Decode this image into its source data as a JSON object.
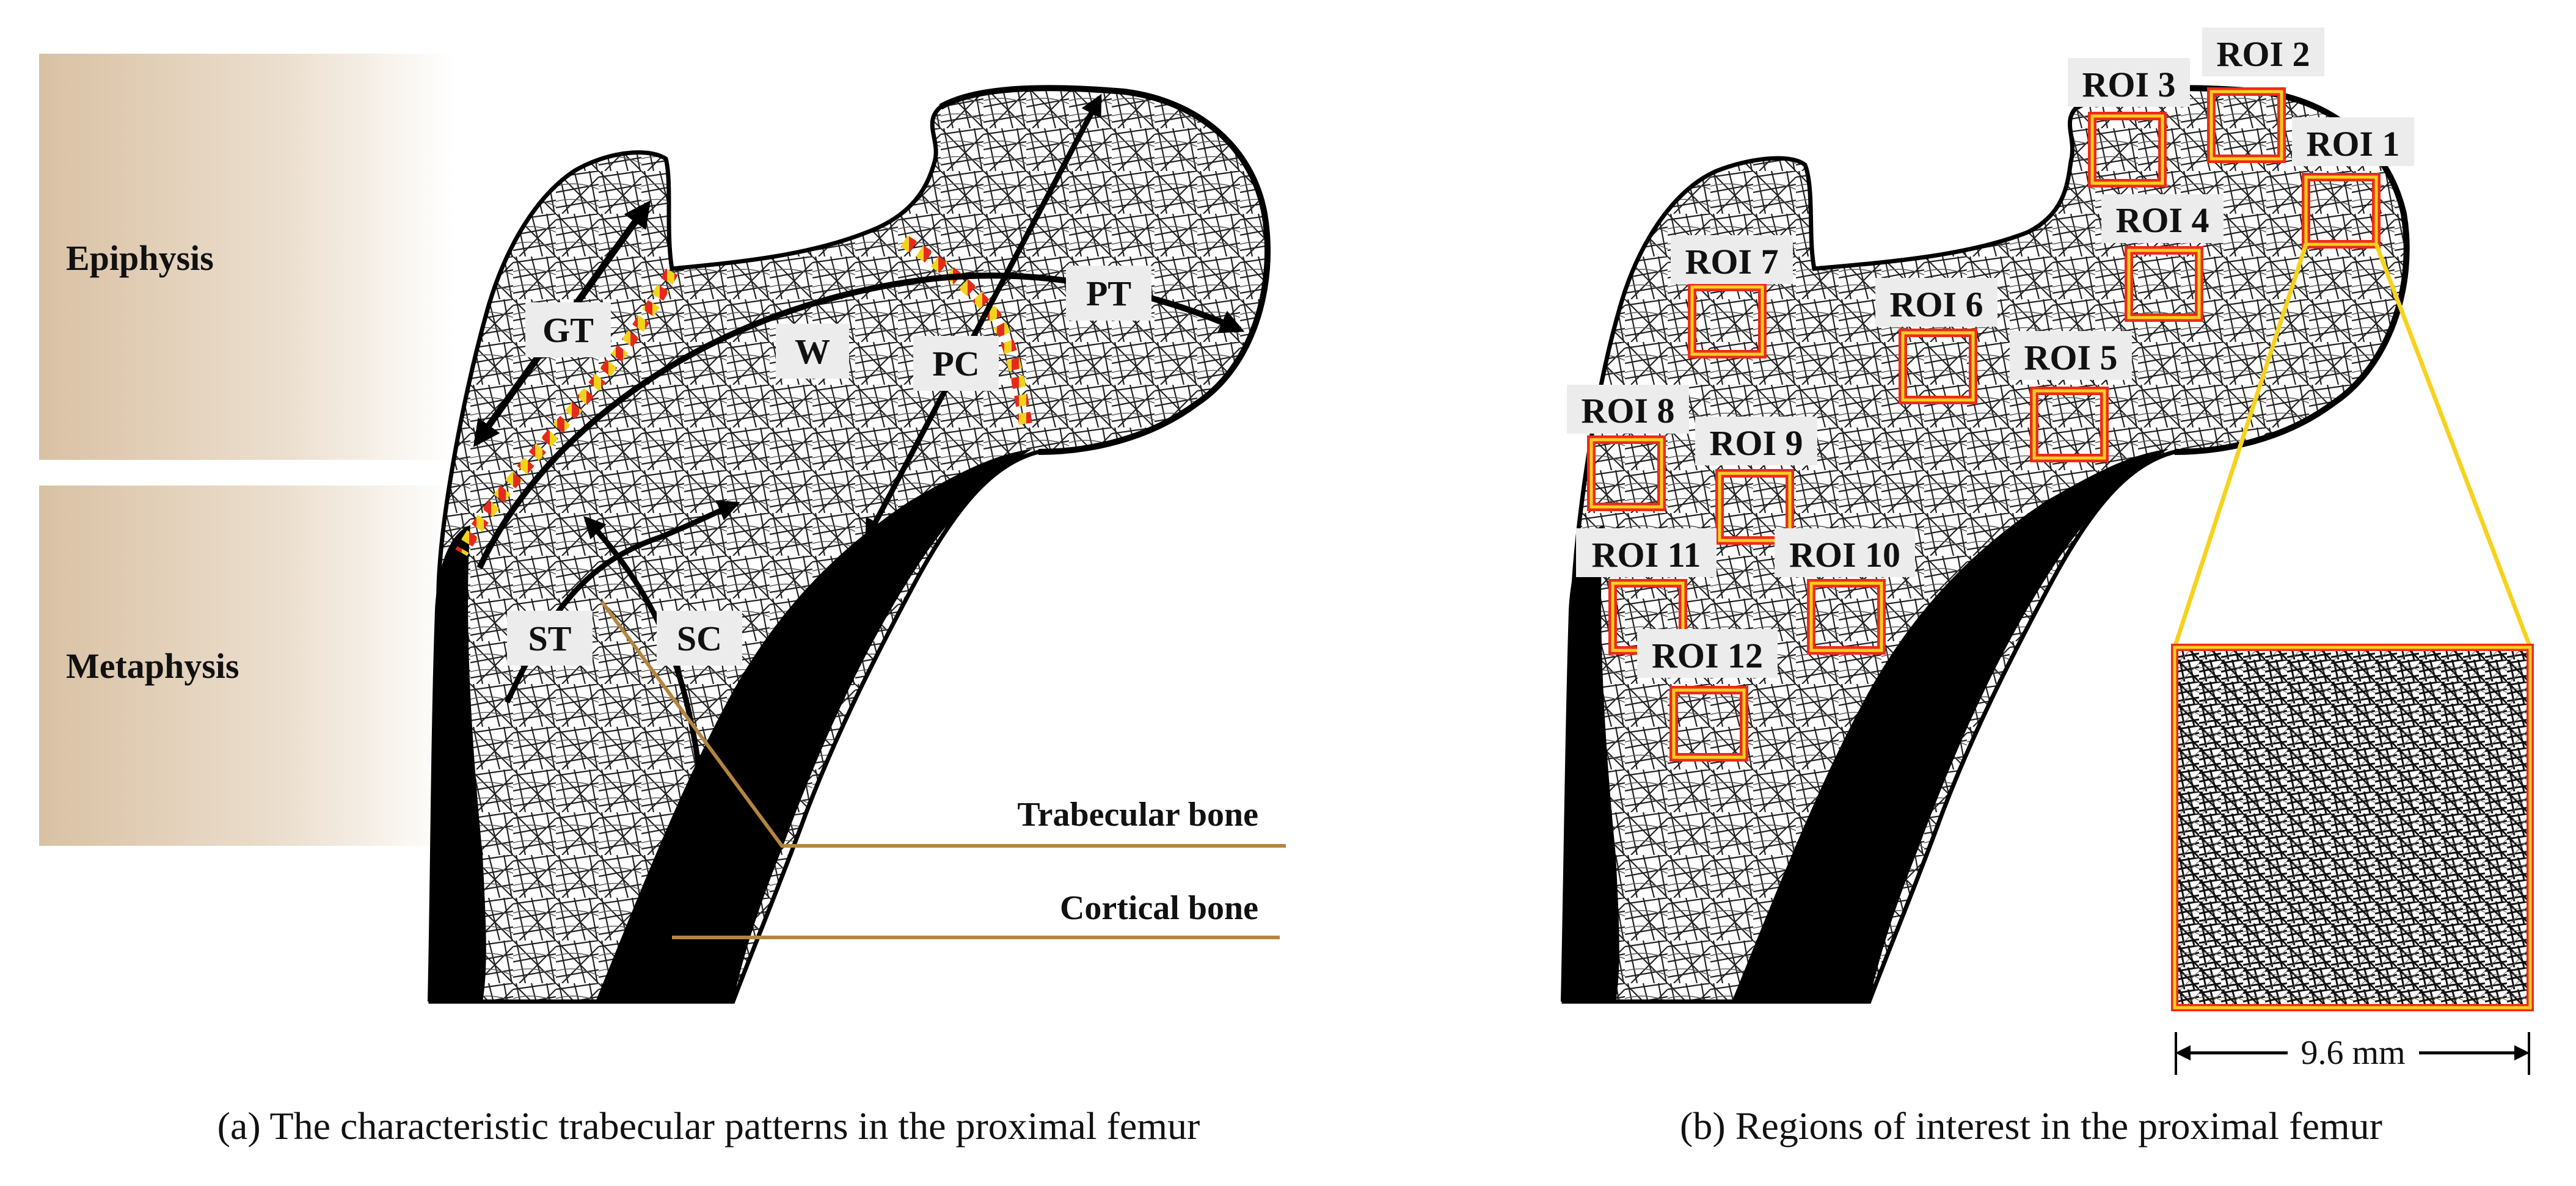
{
  "panel_a": {
    "zones": {
      "epiphysis": "Epiphysis",
      "metaphysis": "Metaphysis"
    },
    "patterns": {
      "gt": "GT",
      "w": "W",
      "pc": "PC",
      "pt": "PT",
      "st": "ST",
      "sc": "SC"
    },
    "leaders": {
      "trabecular": "Trabecular bone",
      "cortical": "Cortical bone"
    },
    "caption": "(a) The characteristic trabecular patterns in the proximal femur"
  },
  "panel_b": {
    "rois": [
      "ROI 1",
      "ROI 2",
      "ROI 3",
      "ROI 4",
      "ROI 5",
      "ROI 6",
      "ROI 7",
      "ROI 8",
      "ROI 9",
      "ROI 10",
      "ROI 11",
      "ROI 12"
    ],
    "scale_label": "9.6 mm",
    "caption": "(b) Regions of interest in the proximal femur"
  },
  "colors": {
    "zone_tan": "#d9c1a3",
    "roi_outer": "#ee2a1a",
    "roi_inner": "#f7d21d",
    "dash_red": "#e52a1c",
    "dash_yellow": "#f2d31a",
    "leader": "#b48541",
    "bone": "#000000"
  }
}
